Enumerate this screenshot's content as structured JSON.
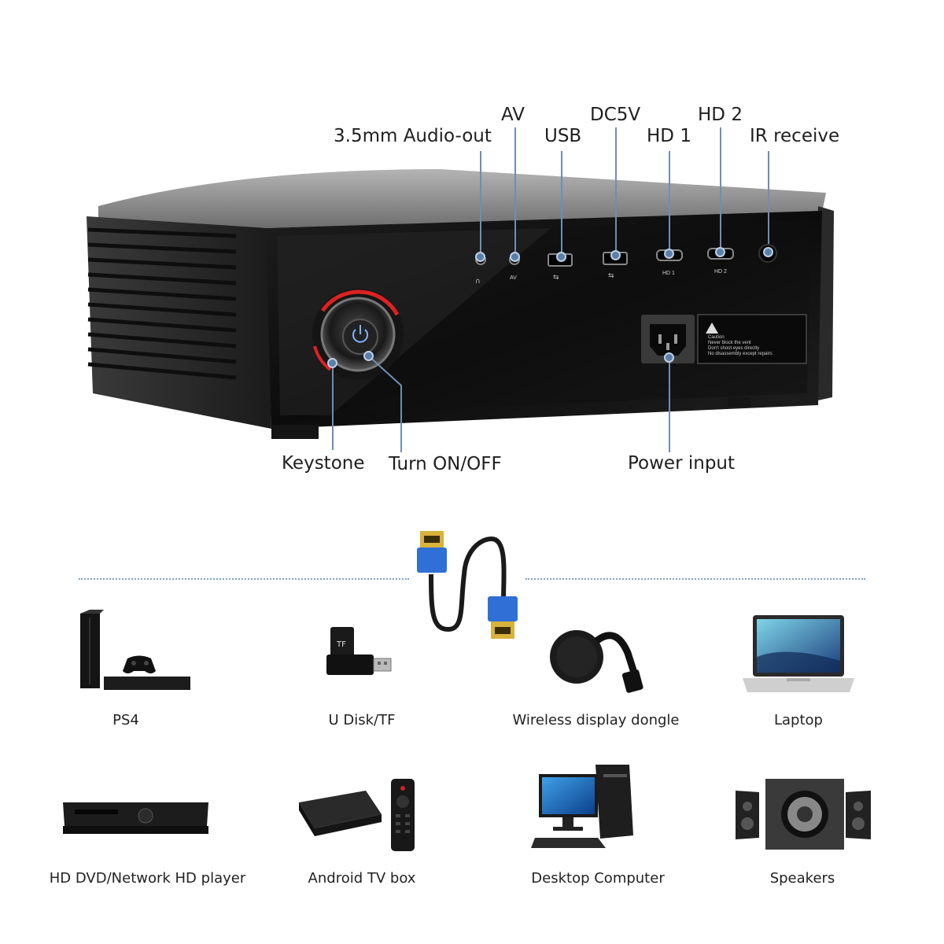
{
  "projector": {
    "callouts_top": [
      {
        "id": "audio",
        "label": "3.5mm Audio-out"
      },
      {
        "id": "av",
        "label": "AV"
      },
      {
        "id": "usb",
        "label": "USB"
      },
      {
        "id": "dc5v",
        "label": "DC5V"
      },
      {
        "id": "hd1",
        "label": "HD 1"
      },
      {
        "id": "hd2",
        "label": "HD 2"
      },
      {
        "id": "ir",
        "label": "IR receive"
      }
    ],
    "callouts_bottom": [
      {
        "id": "keystone",
        "label": "Keystone"
      },
      {
        "id": "power-button",
        "label": "Turn ON/OFF"
      },
      {
        "id": "power-input",
        "label": "Power input"
      }
    ],
    "port_markings": [
      "AV",
      "HD 1",
      "HD 2"
    ],
    "caution_text": [
      "Caution",
      "Never block the vent",
      "Don't shoot eyes directly",
      "No disassembly except repairs"
    ]
  },
  "devices": [
    {
      "label": "PS4",
      "icon": "game-console-icon"
    },
    {
      "label": "U Disk/TF",
      "icon": "usb-drive-icon"
    },
    {
      "label": "Wireless display dongle",
      "icon": "dongle-icon"
    },
    {
      "label": "Laptop",
      "icon": "laptop-icon"
    },
    {
      "label": "HD DVD/Network HD player",
      "icon": "dvd-player-icon"
    },
    {
      "label": "Android TV box",
      "icon": "tv-box-icon"
    },
    {
      "label": "Desktop Computer",
      "icon": "desktop-computer-icon"
    },
    {
      "label": "Speakers",
      "icon": "speakers-icon"
    }
  ],
  "colors": {
    "callout": "#5a7fa8",
    "projector_body": "#1a1a1a",
    "cable_blue": "#2f6fd6",
    "connector_gold": "#d8b23a"
  }
}
